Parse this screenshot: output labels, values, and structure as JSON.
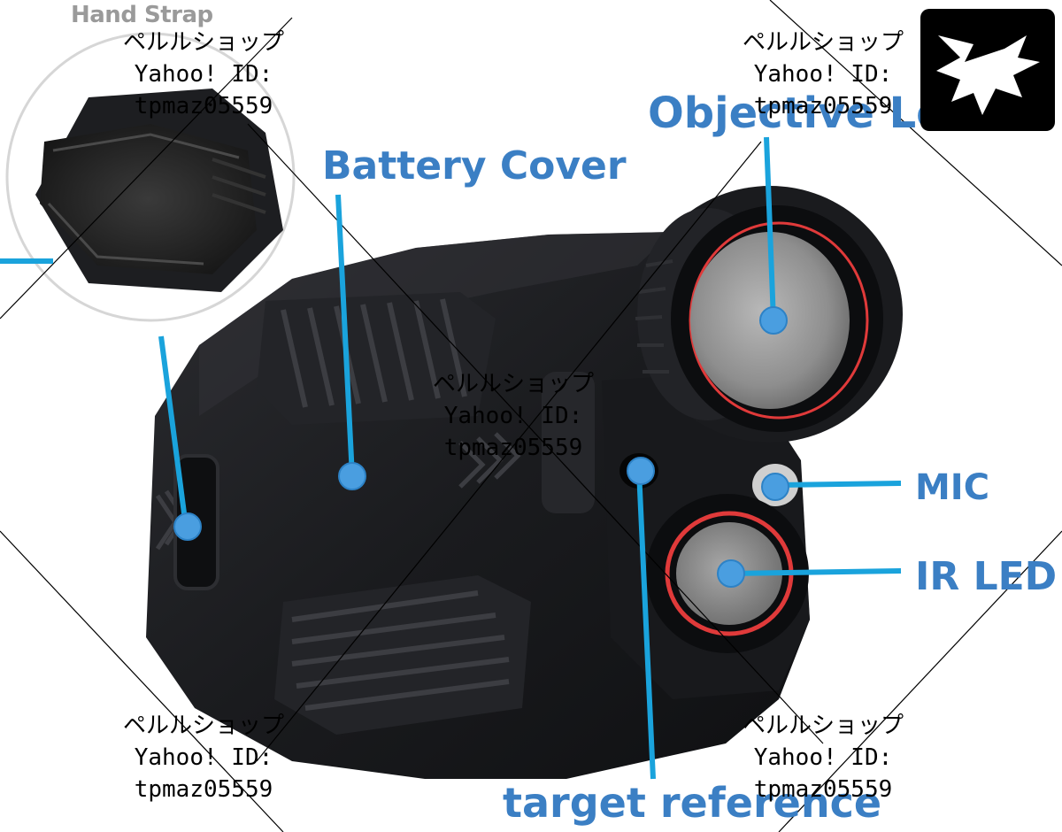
{
  "callouts": {
    "hand_strap": "Hand Strap",
    "battery_cover": "Battery Cover",
    "objective_lens": "Objective Lens",
    "mic": "MIC",
    "ir_led": "IR LED",
    "target_reference": "target reference"
  },
  "watermark": {
    "shop": "ペルルショップ",
    "yahoo_id": "Yahoo! ID:",
    "user": "tpmaz05559"
  },
  "colors": {
    "callout": "#3b7fc4",
    "leader_line": "#1aa3dc",
    "device_body": "#1c1d20",
    "ring_red": "#e03a3a"
  }
}
